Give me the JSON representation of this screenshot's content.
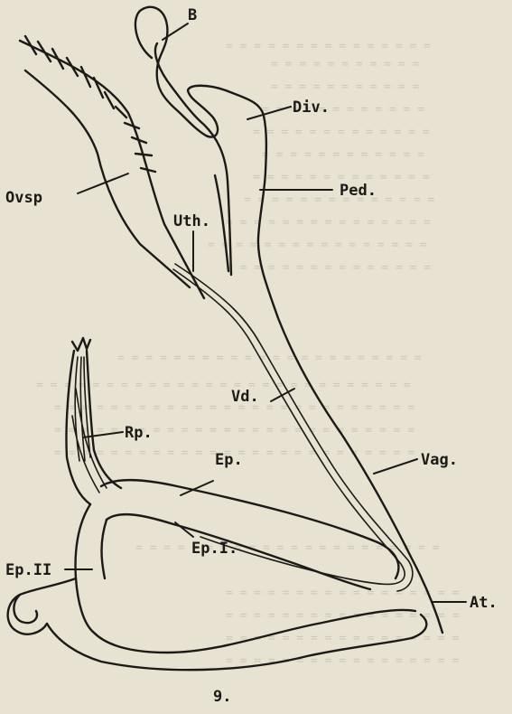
{
  "figure": {
    "number": "9.",
    "labels": {
      "B": "B",
      "Div": "Div.",
      "Ovsp": "Ovsp",
      "Ped": "Ped.",
      "Uth": "Uth.",
      "Vd": "Vd.",
      "Rp": "Rp.",
      "Ep": "Ep.",
      "Vag": "Vag.",
      "EpI": "Ep.I.",
      "EpII": "Ep.II",
      "At": "At."
    }
  }
}
